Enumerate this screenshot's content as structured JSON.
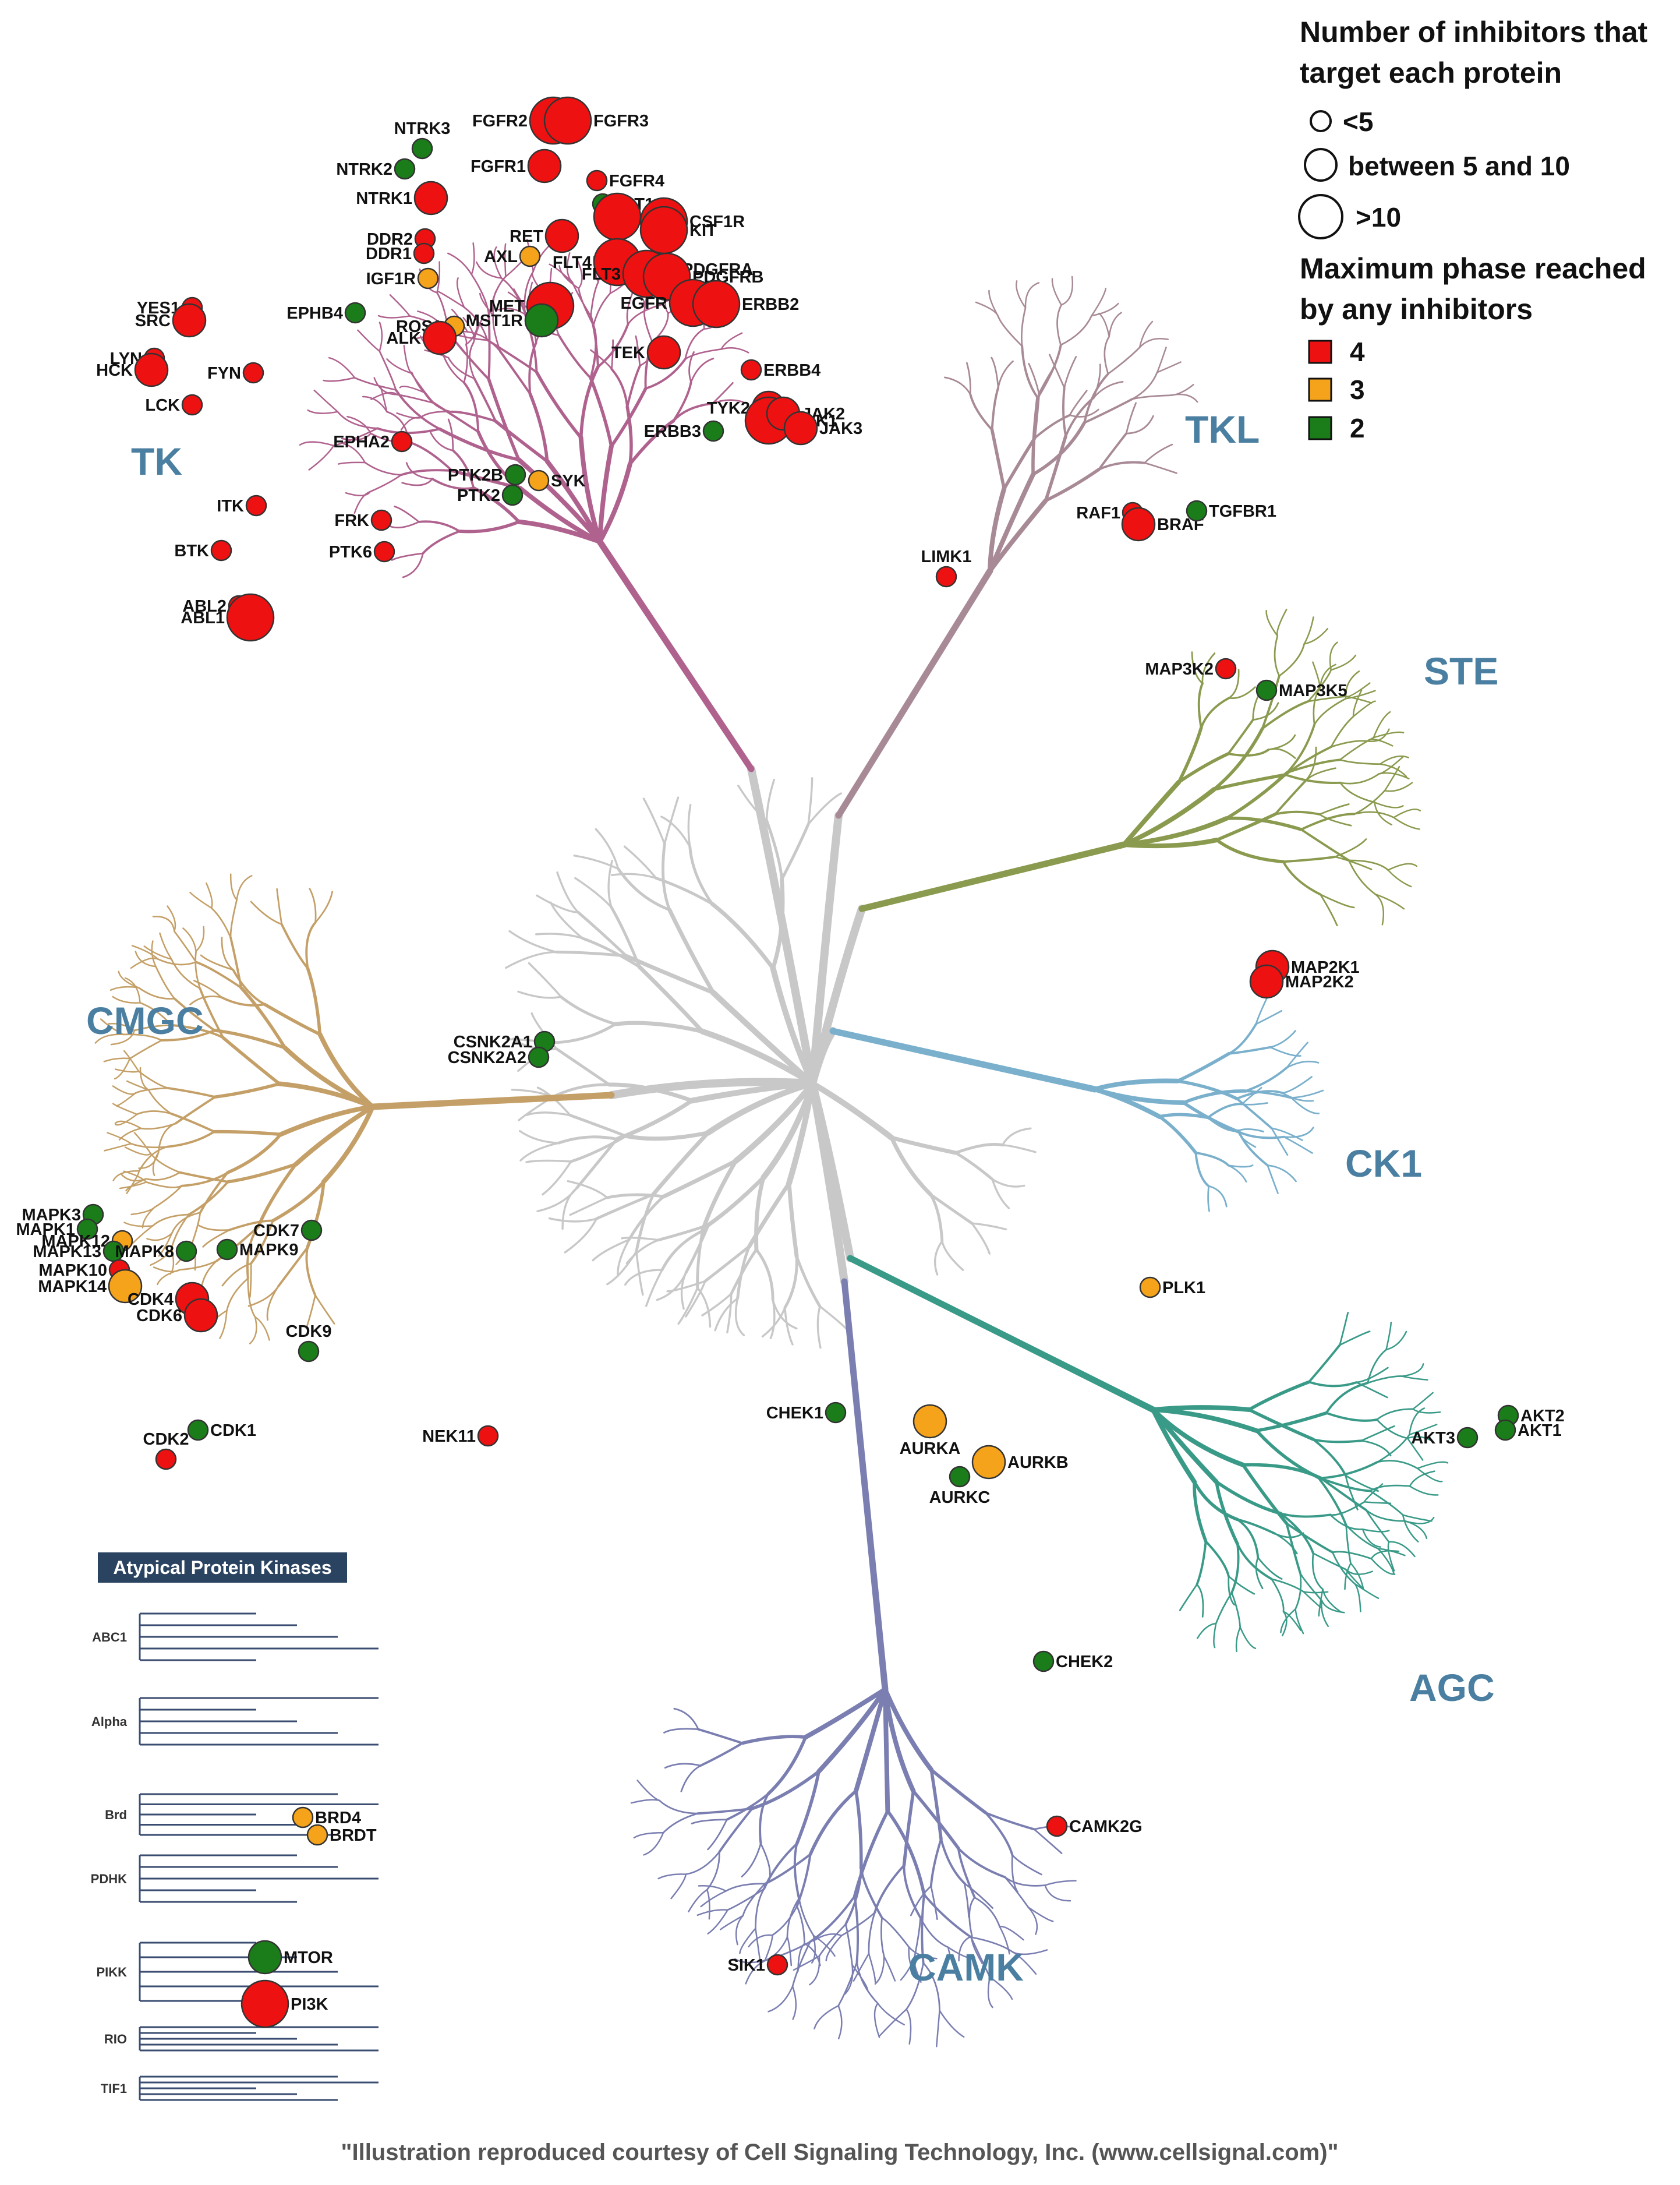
{
  "legend": {
    "size_title_1": "Number of inhibitors that",
    "size_title_2": "target each protein",
    "size_1": "<5",
    "size_2": "between 5 and 10",
    "size_3": ">10",
    "phase_title_1": "Maximum phase reached",
    "phase_title_2": "by any inhibitors",
    "phase_4": "4",
    "phase_3": "3",
    "phase_2": "2"
  },
  "colors": {
    "phase_4": "#ee1111",
    "phase_3": "#f5a31a",
    "phase_2": "#1a7d1a",
    "group_label": "#4a7fa1",
    "tk_branch": "#b0628e",
    "tkl_branch": "#a88a96",
    "ste_branch": "#8a9a4e",
    "ck1_branch": "#7ab0cc",
    "agc_branch": "#3a9a88",
    "camk_branch": "#7a7eb0",
    "cmgc_branch": "#c4a068",
    "core_branch": "#c8c8c8",
    "atypical_header": "#2a4360"
  },
  "groups": {
    "tk": "TK",
    "tkl": "TKL",
    "ste": "STE",
    "ck1": "CK1",
    "agc": "AGC",
    "camk": "CAMK",
    "cmgc": "CMGC"
  },
  "atypical": {
    "title": "Atypical Protein Kinases",
    "families": [
      "ABC1",
      "Alpha",
      "Brd",
      "PDHK",
      "PIKK",
      "RIO",
      "TIF1"
    ]
  },
  "credit": "\"Illustration reproduced courtesy of Cell Signaling Technology, Inc. (www.cellsignal.com)\"",
  "proteins": [
    {
      "label": "FGFR2",
      "phase": 4,
      "size": 3
    },
    {
      "label": "FGFR3",
      "phase": 4,
      "size": 3
    },
    {
      "label": "NTRK3",
      "phase": 2,
      "size": 1
    },
    {
      "label": "NTRK2",
      "phase": 2,
      "size": 1
    },
    {
      "label": "FGFR1",
      "phase": 4,
      "size": 2
    },
    {
      "label": "FGFR4",
      "phase": 4,
      "size": 1
    },
    {
      "label": "NTRK1",
      "phase": 4,
      "size": 2
    },
    {
      "label": "FLT1",
      "phase": 2,
      "size": 1
    },
    {
      "label": "KDR",
      "phase": 4,
      "size": 3
    },
    {
      "label": "CSF1R",
      "phase": 4,
      "size": 3
    },
    {
      "label": "KIT",
      "phase": 4,
      "size": 3
    },
    {
      "label": "RET",
      "phase": 4,
      "size": 2
    },
    {
      "label": "DDR2",
      "phase": 4,
      "size": 1
    },
    {
      "label": "DDR1",
      "phase": 4,
      "size": 1
    },
    {
      "label": "AXL",
      "phase": 3,
      "size": 1
    },
    {
      "label": "FLT4",
      "phase": 4,
      "size": 3
    },
    {
      "label": "FLT3",
      "phase": 4,
      "size": 3
    },
    {
      "label": "PDGFRA",
      "phase": 2,
      "size": 1
    },
    {
      "label": "PDGFRB",
      "phase": 4,
      "size": 3
    },
    {
      "label": "IGF1R",
      "phase": 3,
      "size": 1
    },
    {
      "label": "EGFR",
      "phase": 4,
      "size": 3
    },
    {
      "label": "ERBB2",
      "phase": 4,
      "size": 3
    },
    {
      "label": "EPHB4",
      "phase": 2,
      "size": 1
    },
    {
      "label": "MET",
      "phase": 4,
      "size": 3
    },
    {
      "label": "MST1R",
      "phase": 2,
      "size": 2
    },
    {
      "label": "YES1",
      "phase": 4,
      "size": 1
    },
    {
      "label": "SRC",
      "phase": 4,
      "size": 2
    },
    {
      "label": "ROS1",
      "phase": 3,
      "size": 1
    },
    {
      "label": "ALK",
      "phase": 4,
      "size": 2
    },
    {
      "label": "TEK",
      "phase": 4,
      "size": 2
    },
    {
      "label": "LYN",
      "phase": 4,
      "size": 1
    },
    {
      "label": "HCK",
      "phase": 4,
      "size": 2
    },
    {
      "label": "FYN",
      "phase": 4,
      "size": 1
    },
    {
      "label": "ERBB4",
      "phase": 4,
      "size": 1
    },
    {
      "label": "LCK",
      "phase": 4,
      "size": 1
    },
    {
      "label": "TYK2",
      "phase": 4,
      "size": 2
    },
    {
      "label": "JAK1",
      "phase": 4,
      "size": 3
    },
    {
      "label": "JAK2",
      "phase": 4,
      "size": 2
    },
    {
      "label": "JAK3",
      "phase": 4,
      "size": 2
    },
    {
      "label": "ERBB3",
      "phase": 2,
      "size": 1
    },
    {
      "label": "EPHA2",
      "phase": 4,
      "size": 1
    },
    {
      "label": "PTK2B",
      "phase": 2,
      "size": 1
    },
    {
      "label": "SYK",
      "phase": 3,
      "size": 1
    },
    {
      "label": "PTK2",
      "phase": 2,
      "size": 1
    },
    {
      "label": "ITK",
      "phase": 4,
      "size": 1
    },
    {
      "label": "FRK",
      "phase": 4,
      "size": 1
    },
    {
      "label": "PTK6",
      "phase": 4,
      "size": 1
    },
    {
      "label": "BTK",
      "phase": 4,
      "size": 1
    },
    {
      "label": "ABL2",
      "phase": 4,
      "size": 1
    },
    {
      "label": "ABL1",
      "phase": 4,
      "size": 3
    },
    {
      "label": "RAF1",
      "phase": 4,
      "size": 1
    },
    {
      "label": "BRAF",
      "phase": 4,
      "size": 2
    },
    {
      "label": "TGFBR1",
      "phase": 2,
      "size": 1
    },
    {
      "label": "LIMK1",
      "phase": 4,
      "size": 1
    },
    {
      "label": "MAP3K2",
      "phase": 4,
      "size": 1
    },
    {
      "label": "MAP3K5",
      "phase": 2,
      "size": 1
    },
    {
      "label": "MAP2K1",
      "phase": 4,
      "size": 2
    },
    {
      "label": "MAP2K2",
      "phase": 4,
      "size": 2
    },
    {
      "label": "CSNK2A1",
      "phase": 2,
      "size": 1
    },
    {
      "label": "CSNK2A2",
      "phase": 2,
      "size": 1
    },
    {
      "label": "MAPK3",
      "phase": 2,
      "size": 1
    },
    {
      "label": "MAPK1",
      "phase": 2,
      "size": 1
    },
    {
      "label": "MAPK12",
      "phase": 3,
      "size": 1
    },
    {
      "label": "MAPK13",
      "phase": 2,
      "size": 1
    },
    {
      "label": "MAPK8",
      "phase": 2,
      "size": 1
    },
    {
      "label": "MAPK9",
      "phase": 2,
      "size": 1
    },
    {
      "label": "CDK7",
      "phase": 2,
      "size": 1
    },
    {
      "label": "MAPK10",
      "phase": 4,
      "size": 1
    },
    {
      "label": "MAPK14",
      "phase": 3,
      "size": 2
    },
    {
      "label": "CDK4",
      "phase": 4,
      "size": 2
    },
    {
      "label": "CDK6",
      "phase": 4,
      "size": 2
    },
    {
      "label": "CDK9",
      "phase": 2,
      "size": 1
    },
    {
      "label": "CDK1",
      "phase": 2,
      "size": 1
    },
    {
      "label": "CDK2",
      "phase": 4,
      "size": 1
    },
    {
      "label": "PLK1",
      "phase": 3,
      "size": 1
    },
    {
      "label": "NEK11",
      "phase": 4,
      "size": 1
    },
    {
      "label": "CHEK1",
      "phase": 2,
      "size": 1
    },
    {
      "label": "AURKA",
      "phase": 3,
      "size": 2
    },
    {
      "label": "AURKB",
      "phase": 3,
      "size": 2
    },
    {
      "label": "AURKC",
      "phase": 2,
      "size": 1
    },
    {
      "label": "AKT2",
      "phase": 2,
      "size": 1
    },
    {
      "label": "AKT1",
      "phase": 2,
      "size": 1
    },
    {
      "label": "AKT3",
      "phase": 2,
      "size": 1
    },
    {
      "label": "CHEK2",
      "phase": 2,
      "size": 1
    },
    {
      "label": "CAMK2G",
      "phase": 4,
      "size": 1
    },
    {
      "label": "SIK1",
      "phase": 4,
      "size": 1
    },
    {
      "label": "BRD4",
      "phase": 3,
      "size": 1
    },
    {
      "label": "BRDT",
      "phase": 3,
      "size": 1
    },
    {
      "label": "MTOR",
      "phase": 2,
      "size": 2
    },
    {
      "label": "PI3K",
      "phase": 4,
      "size": 3
    }
  ]
}
